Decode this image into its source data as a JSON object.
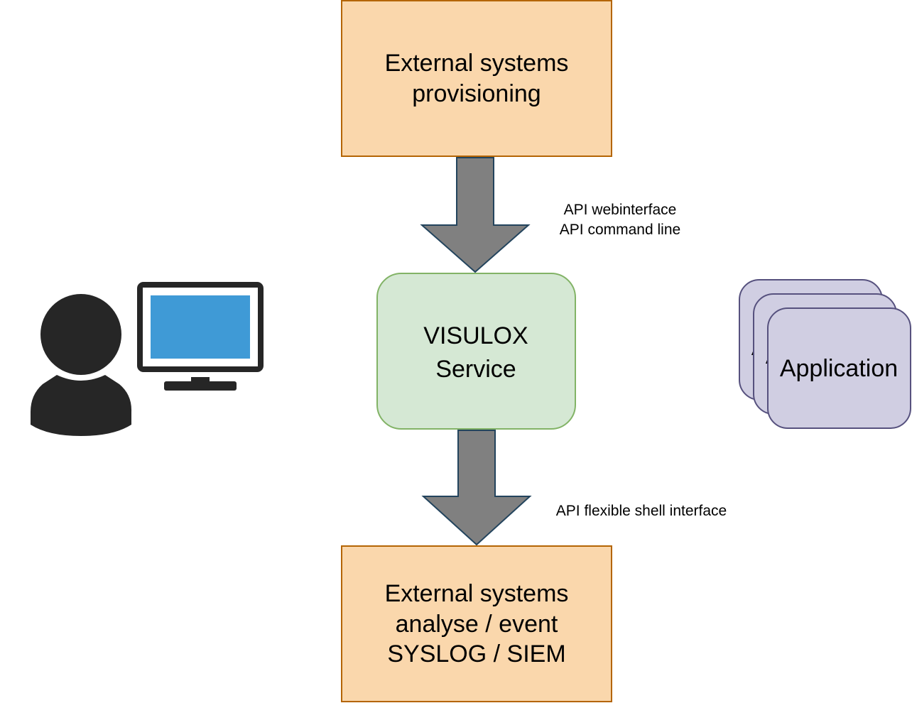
{
  "diagram": {
    "nodes": {
      "provisioning": {
        "lines": [
          "External systems",
          "provisioning"
        ],
        "fill": "#fad7ac",
        "stroke": "#b46504"
      },
      "service": {
        "lines": [
          "VISULOX",
          "Service"
        ],
        "fill": "#d5e8d4",
        "stroke": "#82b366"
      },
      "analysis": {
        "lines": [
          "External systems",
          "analyse / event",
          "SYSLOG / SIEM"
        ],
        "fill": "#fad7ac",
        "stroke": "#b46504"
      },
      "applications": {
        "label": "Application",
        "stack_count": 3,
        "fill": "#d0cee2",
        "stroke": "#56517e"
      },
      "user": {
        "icon": "user-at-computer-icon",
        "figure_color": "#262626",
        "screen_color": "#3f9ad6"
      }
    },
    "edges": [
      {
        "from": "provisioning",
        "to": "service",
        "style": "block-arrow",
        "labels": [
          "API webinterface",
          "API command line"
        ]
      },
      {
        "from": "service",
        "to": "analysis",
        "style": "block-arrow",
        "labels": [
          "API flexible shell interface"
        ]
      }
    ],
    "arrow_fill": "#808080",
    "arrow_stroke": "#23445d"
  }
}
